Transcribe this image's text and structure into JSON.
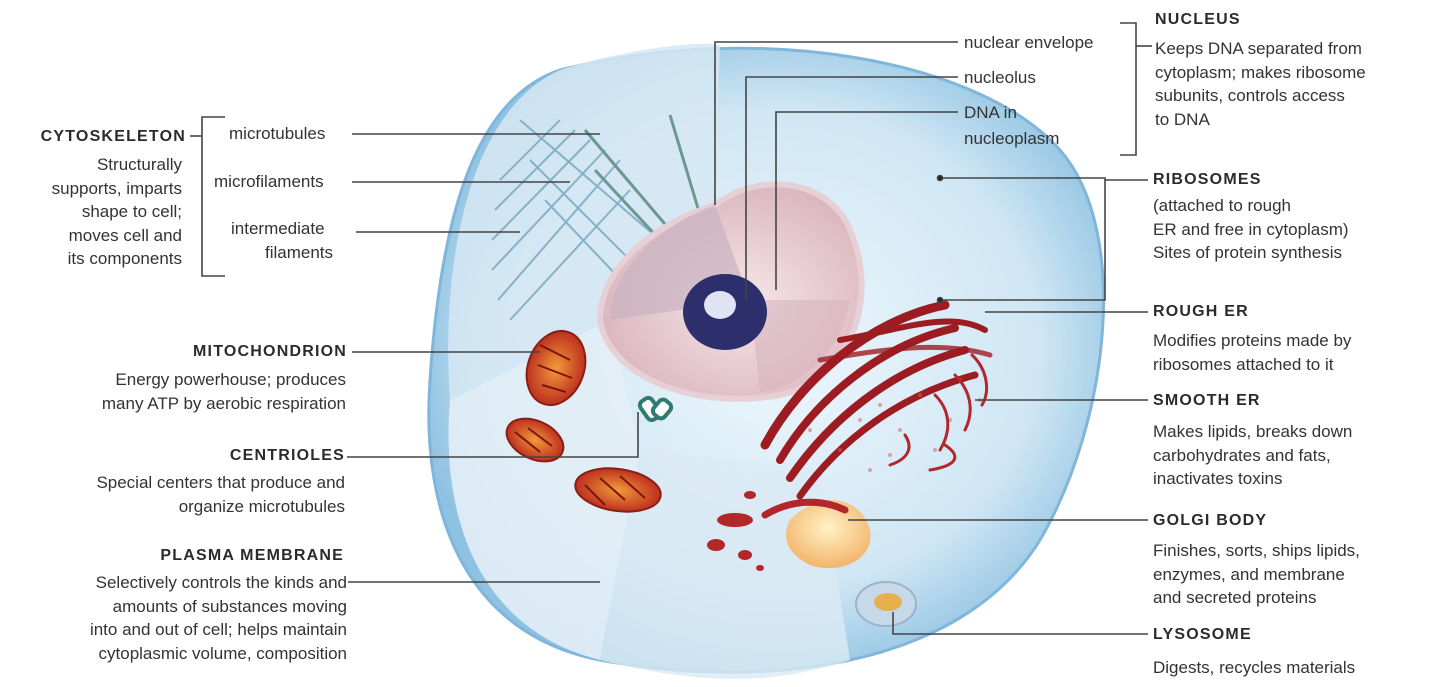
{
  "left": {
    "cytoskeleton": {
      "title": "CYTOSKELETON",
      "desc": [
        "Structurally",
        "supports, imparts",
        "shape to cell;",
        "moves cell and",
        "its components"
      ],
      "parts": [
        "microtubules",
        "microfilaments",
        "intermediate",
        "filaments"
      ]
    },
    "mitochondrion": {
      "title": "MITOCHONDRION",
      "desc": [
        "Energy powerhouse; produces",
        "many ATP by aerobic respiration"
      ]
    },
    "centrioles": {
      "title": "CENTRIOLES",
      "desc": [
        "Special centers that produce and",
        "organize microtubules"
      ]
    },
    "plasma_membrane": {
      "title": "PLASMA MEMBRANE",
      "desc": [
        "Selectively controls the kinds and",
        "amounts of substances moving",
        "into and out of cell; helps maintain",
        "cytoplasmic volume, composition"
      ]
    }
  },
  "center": {
    "nuclear_envelope": "nuclear envelope",
    "nucleolus": "nucleolus",
    "dna": [
      "DNA in",
      "nucleoplasm"
    ]
  },
  "right": {
    "nucleus": {
      "title": "NUCLEUS",
      "desc": [
        "Keeps DNA separated from",
        "cytoplasm; makes ribosome",
        "subunits, controls access",
        "to DNA"
      ]
    },
    "ribosomes": {
      "title": "RIBOSOMES",
      "desc": [
        "(attached to rough",
        "ER and free in cytoplasm)",
        "Sites of protein synthesis"
      ]
    },
    "rough_er": {
      "title": "ROUGH ER",
      "desc": [
        "Modifies proteins made by",
        "ribosomes attached to it"
      ]
    },
    "smooth_er": {
      "title": "SMOOTH ER",
      "desc": [
        "Makes lipids, breaks down",
        "carbohydrates and fats,",
        "inactivates toxins"
      ]
    },
    "golgi": {
      "title": "GOLGI BODY",
      "desc": [
        "Finishes, sorts, ships lipids,",
        "enzymes, and membrane",
        "and secreted proteins"
      ]
    },
    "lysosome": {
      "title": "LYSOSOME",
      "desc": [
        "Digests, recycles materials"
      ]
    }
  },
  "colors": {
    "leader_line": "#444444",
    "cell_blue": "#a9d3ec",
    "er_red": "#9c1c22",
    "nucleus_pink": "#e8c4cc",
    "chromatin": "#2c2f6b"
  }
}
